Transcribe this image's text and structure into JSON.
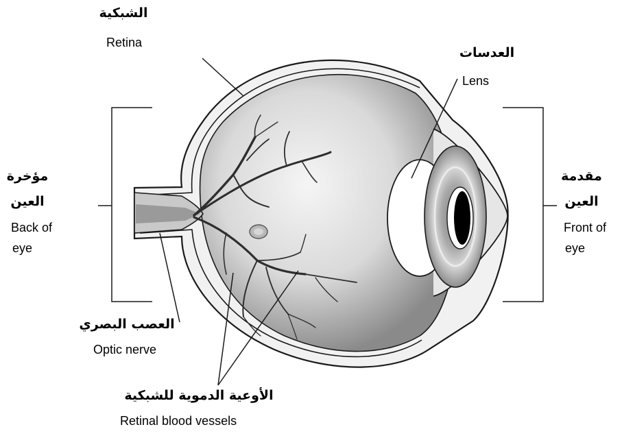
{
  "labels": {
    "retina_ar": "الشبكية",
    "retina_en": "Retina",
    "lens_ar": "العدسات",
    "lens_en": "Lens",
    "back_ar_line1": "مؤخرة",
    "back_ar_line2": "العين",
    "back_en_line1": "Back of",
    "back_en_line2": "eye",
    "front_ar_line1": "مقدمة",
    "front_ar_line2": "العين",
    "front_en_line1": "Front of",
    "front_en_line2": "eye",
    "optic_ar": "العصب البصري",
    "optic_en": "Optic nerve",
    "vessels_ar": "الأوعية الدموية للشبكية",
    "vessels_en": "Retinal blood vessels"
  },
  "colors": {
    "outline": "#1a1a1a",
    "sclera": "#f1f1f1",
    "eye_inner_light": "#f4f4f4",
    "eye_inner_dark": "#8a8a8a",
    "vessel": "#2e2e2e",
    "iris": "#9a9a9a",
    "pupil": "#000000"
  }
}
